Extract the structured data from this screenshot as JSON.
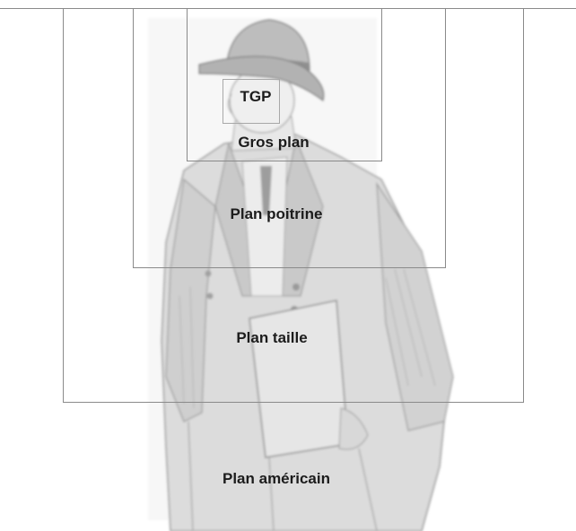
{
  "shots": [
    {
      "id": "tgp",
      "label": "TGP"
    },
    {
      "id": "gros-plan",
      "label": "Gros plan"
    },
    {
      "id": "plan-poitrine",
      "label": "Plan poitrine"
    },
    {
      "id": "plan-taille",
      "label": "Plan taille"
    },
    {
      "id": "plan-americain",
      "label": "Plan américain"
    }
  ],
  "illustration": {
    "subject": "man-in-hat-and-overcoat-sketch"
  },
  "colors": {
    "frame": "#8a8a8a",
    "label": "#1c1c1c",
    "sketch": "#b9b9b9"
  }
}
